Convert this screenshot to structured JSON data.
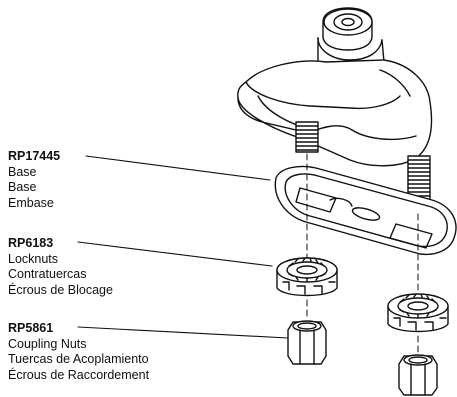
{
  "parts": [
    {
      "part_number": "RP17445",
      "names": [
        "Base",
        "Base",
        "Embase"
      ]
    },
    {
      "part_number": "RP6183",
      "names": [
        "Locknuts",
        "Contratuercas",
        "Écrous de Blocage"
      ]
    },
    {
      "part_number": "RP5861",
      "names": [
        "Coupling Nuts",
        "Tuercas de Acoplamiento",
        "Écrous de Raccordement"
      ]
    }
  ]
}
